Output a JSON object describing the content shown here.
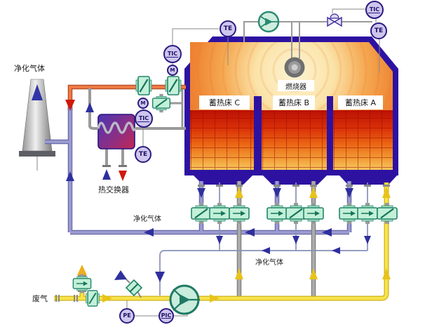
{
  "diagram": {
    "labels": {
      "purified_gas_top": "净化气体",
      "purified_gas_mid": "净化气体",
      "purified_gas_low": "净化气体",
      "waste_gas": "废气",
      "heat_exchanger": "热交换器",
      "burner": "燃烧器",
      "bed_c": "蓄热床 C",
      "bed_b": "蓄热床 B",
      "bed_a": "蓄热床 A"
    },
    "instruments": {
      "tic": "TIC",
      "te": "TE",
      "m": "M",
      "pe": "PE",
      "pic": "PIC"
    },
    "colors": {
      "chamber_border": "#2d12a2",
      "chamber_glow_center": "#fdf4d2",
      "bed_red": "#d93008",
      "hot_pipe_orange": "#ef7a44",
      "purified_pipe_purple": "#9a9ad0",
      "waste_pipe_yellow": "#f3d83a",
      "valve_green": "#c2f0d8",
      "valve_border_teal": "#23846a",
      "instrument_fill": "#cfc6ee",
      "instrument_border": "#2b1b80",
      "arrow_blue": "#2f2f9e",
      "arrow_red": "#d01808",
      "arrow_yellow": "#e8c31a"
    }
  }
}
